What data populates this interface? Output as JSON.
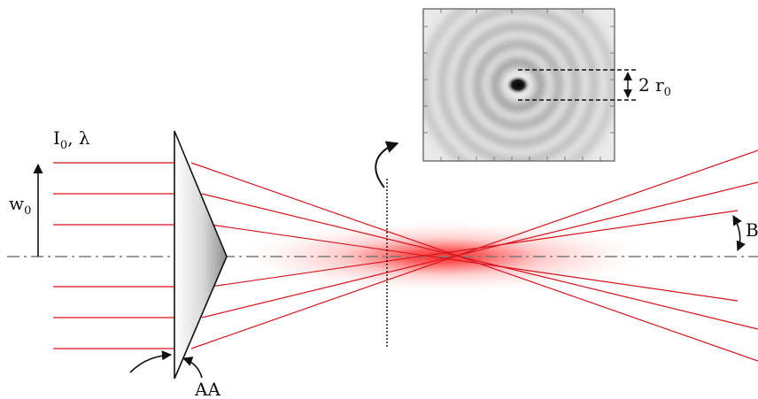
{
  "labels": {
    "input_beam": "I",
    "input_beam_sub": "0",
    "input_beam_suffix": ", λ",
    "waist": "w",
    "waist_sub": "0",
    "radius": "2 r",
    "radius_sub": "0",
    "angle": "B",
    "axicon": "AA"
  },
  "colors": {
    "ray": "#d7141e",
    "focus_glow": "#ff2a2a",
    "axis": "#7a7a7a",
    "ink": "#111111"
  },
  "inset": {
    "type": "interference-pattern",
    "ring_count": 5,
    "ring_color": "#5a5a5a",
    "core_color": "#000000"
  },
  "icons": {
    "rotation_arrow": "curved-arrow-icon",
    "angle_arrow": "double-arrow-icon",
    "pointer_arrows": "curved-arrow-icon"
  }
}
